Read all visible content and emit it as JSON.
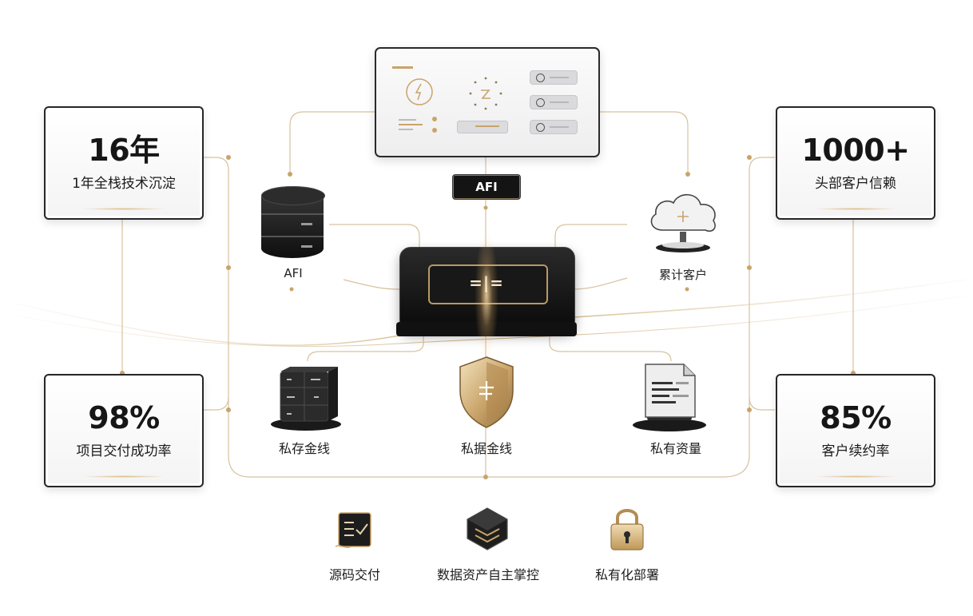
{
  "stats": {
    "top_left": {
      "value": "16年",
      "label": "1年全栈技术沉淀"
    },
    "bottom_left": {
      "value": "98%",
      "label": "项目交付成功率"
    },
    "top_right": {
      "value": "1000+",
      "label": "头部客户信赖"
    },
    "bottom_right": {
      "value": "85%",
      "label": "客户续约率"
    }
  },
  "hub": {
    "tag": "AFI",
    "symbol": "=|="
  },
  "nodes": {
    "database_label": "AFI",
    "cloud_label": "累计客户",
    "storage_label": "私存金线",
    "shield_label": "私据金线",
    "document_label": "私有资量"
  },
  "features": [
    {
      "label": "源码交付",
      "icon": "checklist-document-icon"
    },
    {
      "label": "数据资产自主掌控",
      "icon": "layered-stack-icon"
    },
    {
      "label": "私有化部署",
      "icon": "padlock-icon"
    }
  ],
  "colors": {
    "gold": "#c9a46a",
    "dark": "#141414",
    "card_border": "#262626",
    "line": "#d8c2a0"
  }
}
